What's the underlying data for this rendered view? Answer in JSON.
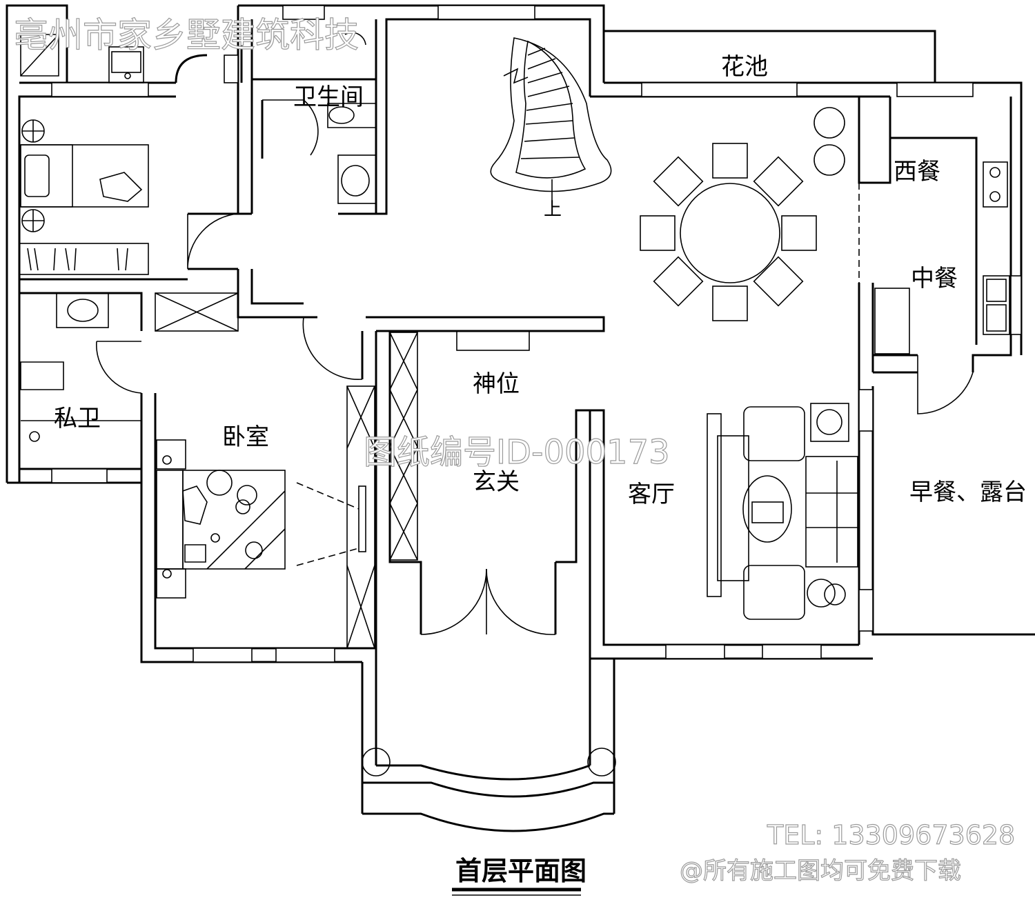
{
  "rooms": {
    "bathroom": "卫生间",
    "flower_bed": "花池",
    "western_dining": "西餐",
    "chinese_dining": "中餐",
    "private_bath": "私卫",
    "bedroom": "卧室",
    "shrine": "神位",
    "foyer": "玄关",
    "living_room": "客厅",
    "breakfast_terrace": "早餐、露台",
    "stair_up": "上"
  },
  "title": "首层平面图",
  "watermarks": {
    "company": "亳州市家乡墅建筑科技",
    "drawing_id": "图纸编号ID-000173",
    "phone": "TEL: 13309673628",
    "notice": "@所有施工图均可免费下载"
  }
}
